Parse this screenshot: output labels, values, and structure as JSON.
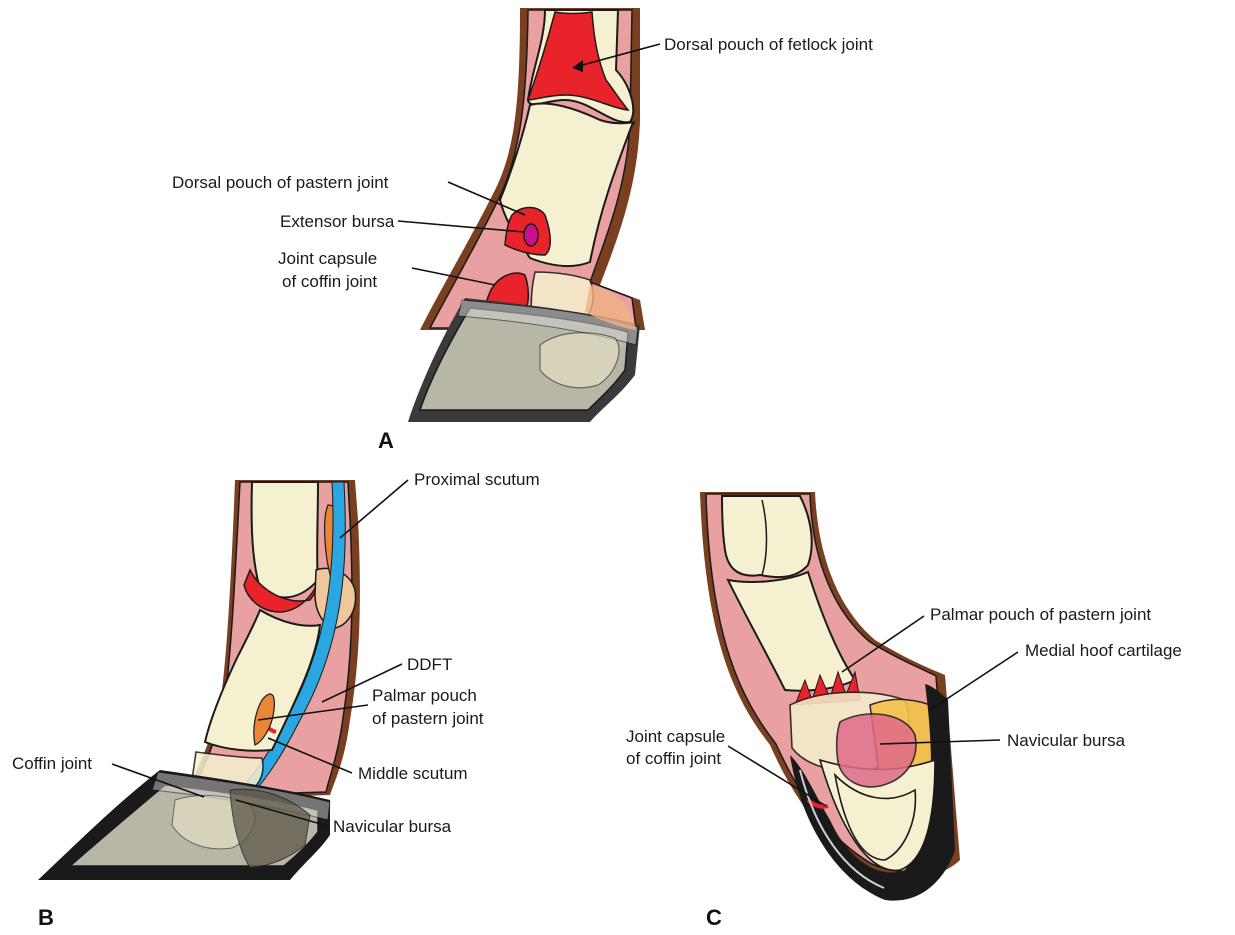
{
  "panels": {
    "a": {
      "letter": "A"
    },
    "b": {
      "letter": "B"
    },
    "c": {
      "letter": "C"
    }
  },
  "labels": {
    "a": {
      "dorsal_fetlock": "Dorsal pouch of fetlock joint",
      "dorsal_pastern": "Dorsal pouch of pastern joint",
      "extensor_bursa": "Extensor bursa",
      "coffin_capsule_1": "Joint capsule",
      "coffin_capsule_2": "of coffin joint"
    },
    "b": {
      "proximal_scutum": "Proximal scutum",
      "ddft": "DDFT",
      "palmar_pastern_1": "Palmar pouch",
      "palmar_pastern_2": "of pastern joint",
      "middle_scutum": "Middle scutum",
      "coffin_joint": "Coffin joint",
      "navicular_bursa": "Navicular bursa"
    },
    "c": {
      "palmar_pastern": "Palmar pouch of pastern joint",
      "medial_cartilage": "Medial hoof cartilage",
      "navicular_bursa": "Navicular bursa",
      "coffin_capsule_1": "Joint capsule",
      "coffin_capsule_2": "of coffin joint"
    }
  },
  "colors": {
    "bone": "#f5f0cf",
    "skin": "#e8a0a0",
    "hair": "#7a3f1f",
    "joint_pouch": "#e8232a",
    "extensor_bursa": "#c8118a",
    "tendon_ddft": "#2aa7e0",
    "scutum": "#e9863a",
    "navicular_bursa": "#e06a8a",
    "hoof_wall": "#3a3a3a",
    "hoof_inner": "#b8b6a6",
    "cartilage": "#f3c24a"
  }
}
